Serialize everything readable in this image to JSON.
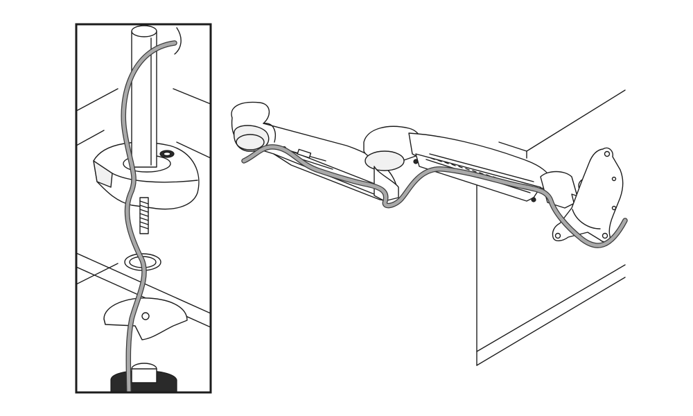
{
  "figure": {
    "panels": [
      {
        "id": "inset",
        "depicts": "pole-mount-cable-routing-detail"
      },
      {
        "id": "main",
        "depicts": "monitor-arm-cable-routing"
      }
    ],
    "colors": {
      "line": "#1c1c1c",
      "cable": "#a9a9a9",
      "background": "#ffffff"
    }
  }
}
